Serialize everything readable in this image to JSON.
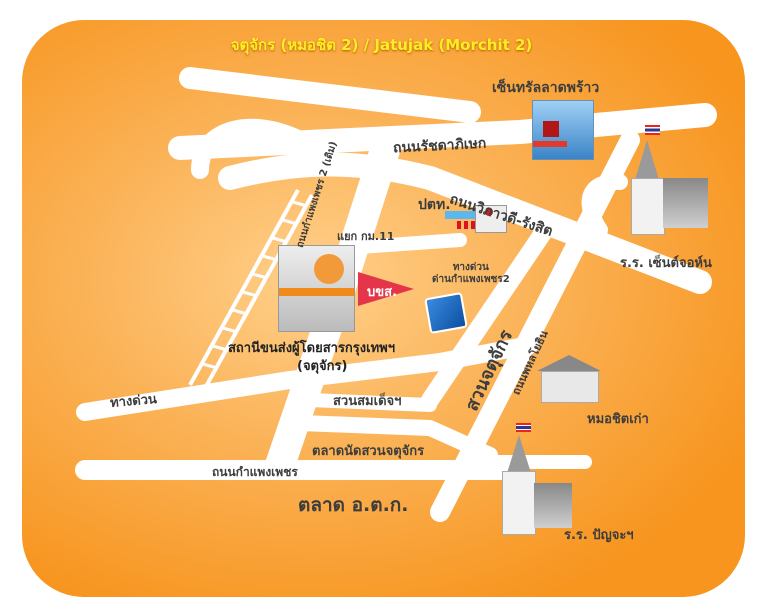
{
  "title": "จตุจักร (หมอชิต 2) / Jatujak (Morchit 2)",
  "labels": {
    "central": "เซ็นทรัลลาดพร้าว",
    "ratchada": "ถนนรัชดาภิเษก",
    "vibhavadi": "ถนนวิภาวดี-รังสิต",
    "ptt": "ปตท.",
    "kamphaengphet2_old": "ถนนกำแพงเพชร 2 (เดิม)",
    "km11": "แยก กม.11",
    "expressway_gate": "ทางด่วน\nด่านกำแพงเพชร2",
    "bks_sign": "บขส.",
    "station_line1": "สถานีขนส่งผู้โดยสารกรุงเทพฯ",
    "station_line2": "(จตุจักร)",
    "expressway": "ทางด่วน",
    "suan_somdet": "สวนสมเด็จฯ",
    "weekend_market": "ตลาดนัดสวนจตุจักร",
    "kamphaengphet": "ถนนกำแพงเพชร",
    "ortorkor": "ตลาด อ.ต.ก.",
    "chatuchak_park": "สวนจตุจักร",
    "phahonyothin": "ถนนพหลโยธิน",
    "st_john": "ร.ร. เซ็นต์จอห์น",
    "morchit_old": "หมอชิตเก่า",
    "panya": "ร.ร. ปัญจะฯ"
  },
  "colors": {
    "background": "#f7951f",
    "road": "#ffffff",
    "title": "#ffee22",
    "text": "#3d3d3d"
  }
}
